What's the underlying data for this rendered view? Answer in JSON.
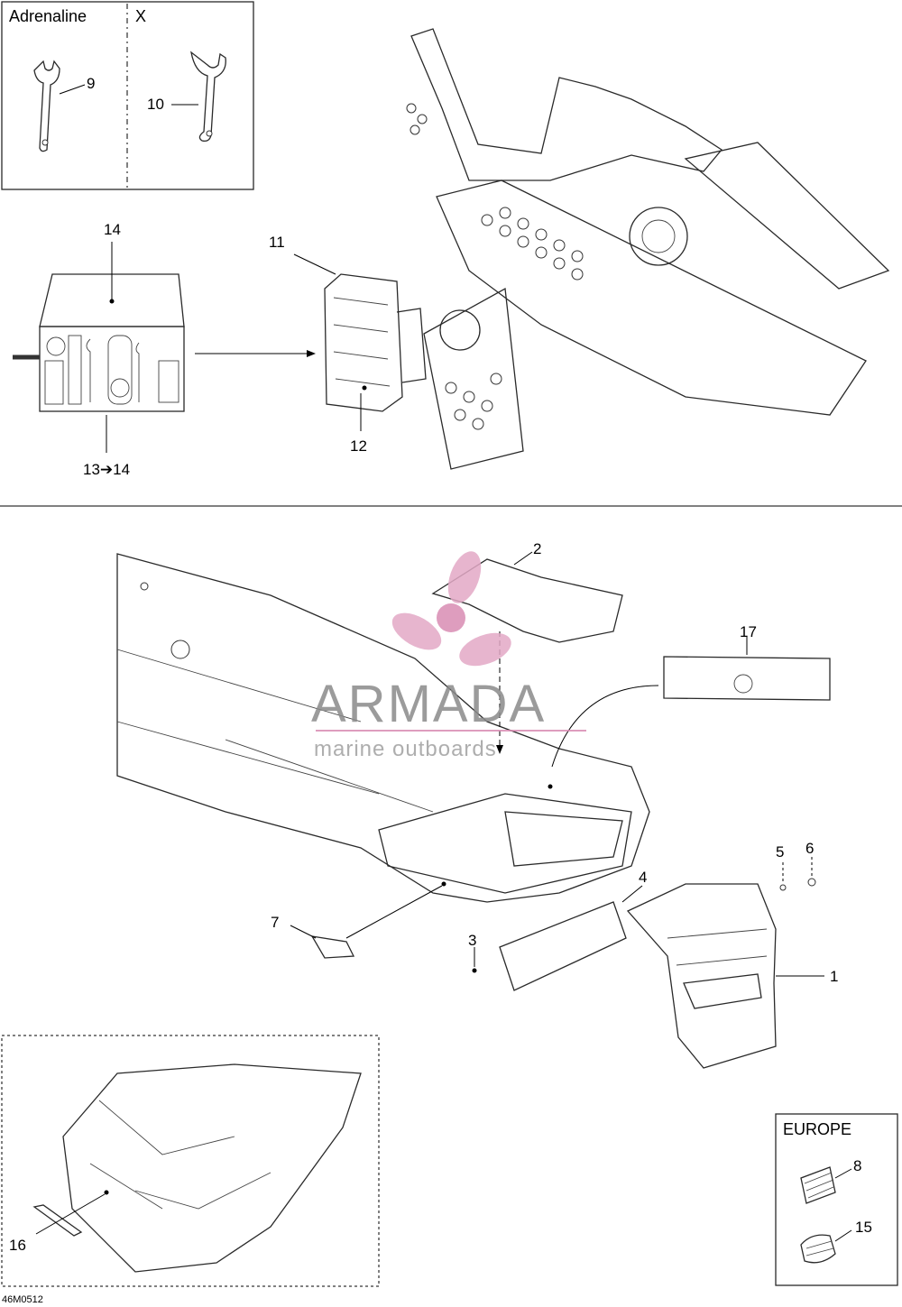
{
  "inset_top": {
    "variant_a": "Adrenaline",
    "variant_b": "X"
  },
  "inset_europe": {
    "title": "EUROPE"
  },
  "callouts": {
    "c1": "1",
    "c2": "2",
    "c3": "3",
    "c4": "4",
    "c5": "5",
    "c6": "6",
    "c7": "7",
    "c8": "8",
    "c9": "9",
    "c10": "10",
    "c11": "11",
    "c12": "12",
    "c13": "13➔14",
    "c14": "14",
    "c15": "15",
    "c16": "16",
    "c17": "17"
  },
  "watermark": {
    "brand": "ARMADA",
    "tagline": "marine outboards",
    "color": "#d98cb3"
  },
  "drawing_code": "46M0512"
}
